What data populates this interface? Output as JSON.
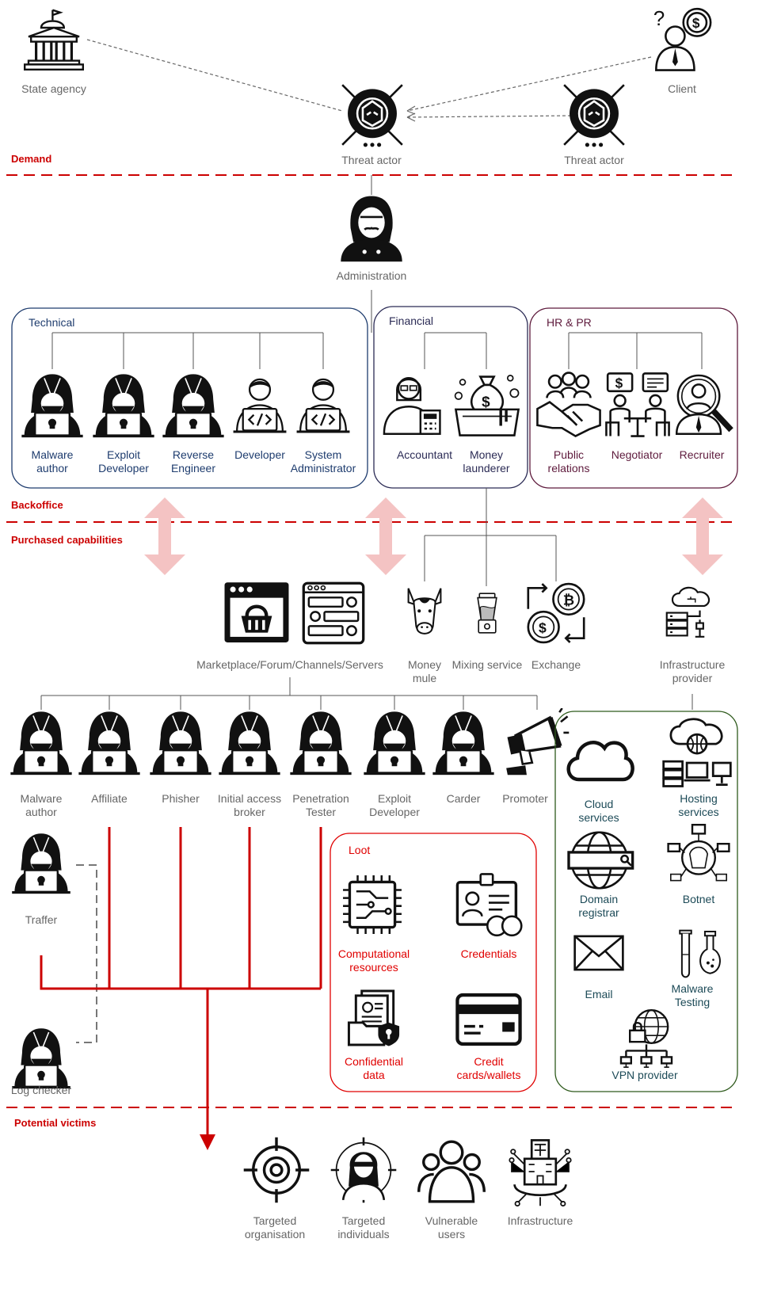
{
  "sections": {
    "demand": "Demand",
    "backoffice": "Backoffice",
    "purchased": "Purchased capabilities",
    "victims": "Potential victims"
  },
  "demand": {
    "state_agency": "State agency",
    "client": "Client",
    "threat_actor_1": "Threat actor",
    "threat_actor_2": "Threat actor"
  },
  "administration": "Administration",
  "groups": {
    "technical": {
      "title": "Technical",
      "roles": [
        [
          "Malware",
          "author"
        ],
        [
          "Exploit",
          "Developer"
        ],
        [
          "Reverse",
          "Engineer"
        ],
        [
          "Developer"
        ],
        [
          "System",
          "Administrator"
        ]
      ]
    },
    "financial": {
      "title": "Financial",
      "roles": [
        [
          "Accountant"
        ],
        [
          "Money",
          "launderer"
        ]
      ]
    },
    "hr": {
      "title": "HR & PR",
      "roles": [
        [
          "Public",
          "relations"
        ],
        [
          "Negotiator"
        ],
        [
          "Recruiter"
        ]
      ]
    }
  },
  "capabilities": {
    "marketplace": "Marketplace/Forum/Channels/Servers",
    "money_mule": [
      "Money",
      "mule"
    ],
    "mixing": "Mixing service",
    "exchange": "Exchange",
    "infra_provider": [
      "Infrastructure",
      "provider"
    ]
  },
  "actors": [
    [
      "Malware",
      "author"
    ],
    [
      "Affiliate"
    ],
    [
      "Phisher"
    ],
    [
      "Initial access",
      "broker"
    ],
    [
      "Penetration",
      "Tester"
    ],
    [
      "Exploit",
      "Developer"
    ],
    [
      "Carder"
    ],
    [
      "Promoter"
    ]
  ],
  "traffer": "Traffer",
  "log_checker": "Log checker",
  "loot": {
    "title": "Loot",
    "items": [
      [
        "Computational",
        "resources"
      ],
      [
        "Credentials"
      ],
      [
        "Confidential",
        "data"
      ],
      [
        "Credit",
        "cards/wallets"
      ]
    ]
  },
  "infra_services": [
    [
      "Cloud",
      "services"
    ],
    [
      "Hosting",
      "services"
    ],
    [
      "Domain",
      "registrar"
    ],
    [
      "Botnet"
    ],
    [
      "Email"
    ],
    [
      "Malware",
      "Testing"
    ],
    [
      "VPN provider"
    ]
  ],
  "victims": [
    [
      "Targeted",
      "organisation"
    ],
    [
      "Targeted",
      "individuals"
    ],
    [
      "Vulnerable",
      "users"
    ],
    [
      "Infrastructure"
    ]
  ],
  "colors": {
    "red": "#cc0000",
    "technical": "#1e3c6e",
    "financial": "#2b2b55",
    "hr": "#5e1a3c",
    "infra": "#2e5a1c",
    "arrow": "#f4c3c3"
  }
}
